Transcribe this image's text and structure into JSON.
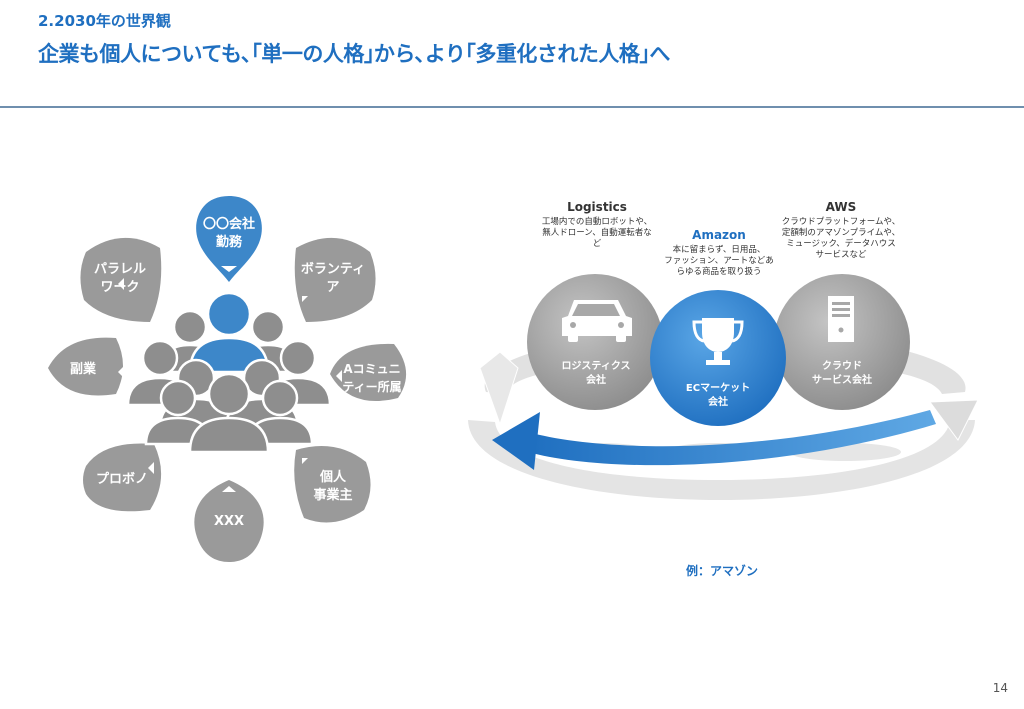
{
  "header": {
    "subtitle": "2.2030年の世界観",
    "title": "企業も個人についても､｢単一の人格｣から､より｢多重化された人格｣へ"
  },
  "persona_diagram": {
    "center_label_line1": "〇〇会社",
    "center_label_line2": "勤務",
    "petals": [
      {
        "line1": "パラレル",
        "line2": "ワーク"
      },
      {
        "line1": "ボランティ",
        "line2": "ア"
      },
      {
        "line1": "副業",
        "line2": ""
      },
      {
        "line1": "Aコミュニ",
        "line2": "ティー所属"
      },
      {
        "line1": "プロボノ",
        "line2": ""
      },
      {
        "line1": "個人",
        "line2": "事業主"
      },
      {
        "line1": "XXX",
        "line2": ""
      }
    ],
    "colors": {
      "accent": "#3d87c9",
      "petal": "#9a9a9a",
      "people": "#8e8e8e"
    }
  },
  "amazon_diagram": {
    "logistics": {
      "heading": "Logistics",
      "desc_line1": "工場内での自動ロボットや、",
      "desc_line2": "無人ドローン、自動運転者な",
      "desc_line3": "ど"
    },
    "amazon": {
      "heading": "Amazon",
      "desc_line1": "本に留まらず、日用品、",
      "desc_line2": "ファッション、アートなどあ",
      "desc_line3": "らゆる商品を取り扱う"
    },
    "aws": {
      "heading": "AWS",
      "desc_line1": "クラウドプラットフォームや、",
      "desc_line2": "定額制のアマゾンプライムや、",
      "desc_line3": "ミュージック、データハウス",
      "desc_line4": "サービスなど"
    },
    "circle_left": {
      "line1": "ロジスティクス",
      "line2": "会社",
      "icon": "car-icon"
    },
    "circle_center": {
      "line1": "ECマーケット",
      "line2": "会社",
      "icon": "trophy-icon"
    },
    "circle_right": {
      "line1": "クラウド",
      "line2": "サービス会社",
      "icon": "server-icon"
    },
    "caption": "例：アマゾン"
  },
  "page_number": "14"
}
